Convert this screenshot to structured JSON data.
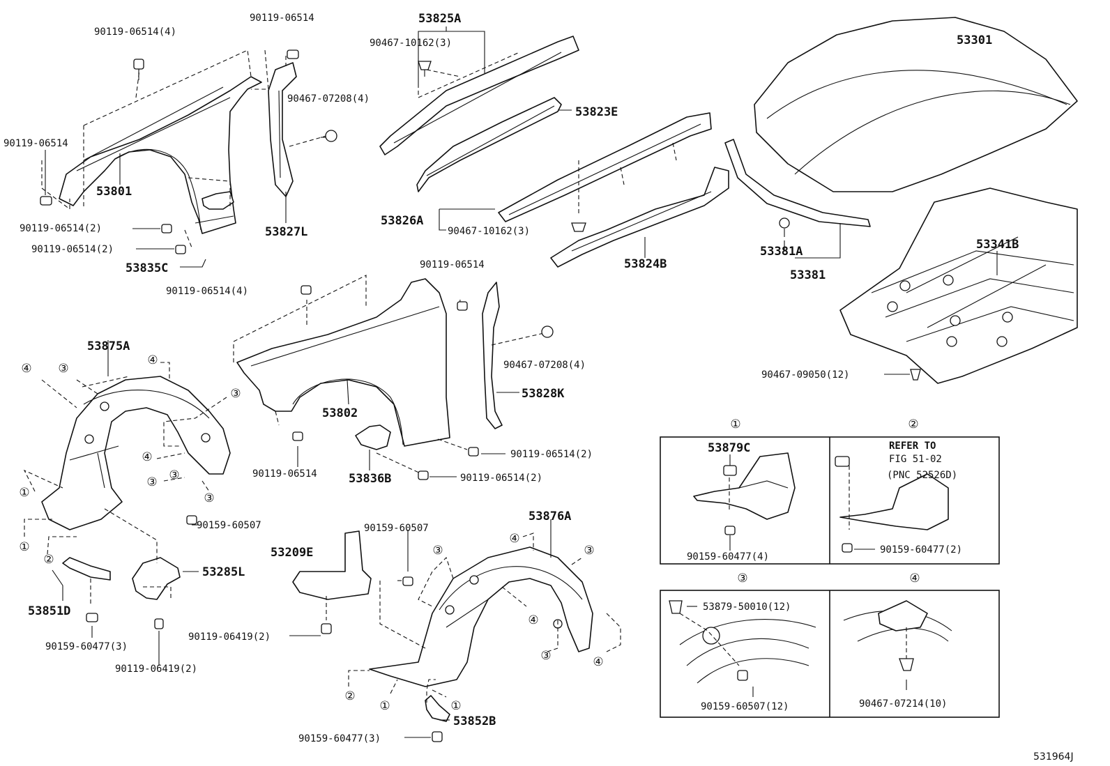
{
  "labels": {
    "p53825A": "53825A",
    "p53301": "53301",
    "p53823E": "53823E",
    "p53801": "53801",
    "p53827L": "53827L",
    "p53826A": "53826A",
    "p53381A": "53381A",
    "p53381": "53381",
    "p53824B": "53824B",
    "p53341B": "53341B",
    "p53835C": "53835C",
    "p53875A": "53875A",
    "p53802": "53802",
    "p53828K": "53828K",
    "p53836B": "53836B",
    "p53285L": "53285L",
    "p53851D": "53851D",
    "p53209E": "53209E",
    "p53876A": "53876A",
    "p53852B": "53852B",
    "p53879C": "53879C"
  },
  "fasteners": {
    "f1": "90119-06514(4)",
    "f2": "90119-06514",
    "f3": "90467-10162(3)",
    "f4": "90467-07208(4)",
    "f5": "90119-06514",
    "f6": "90119-06514(2)",
    "f7": "90119-06514(2)",
    "f8": "90467-10162(3)",
    "f9": "90119-06514",
    "f10": "90119-06514(4)",
    "f11": "90467-07208(4)",
    "f12": "90467-09050(12)",
    "f13": "90119-06514",
    "f14": "90119-06514(2)",
    "f15": "90119-06514(2)",
    "f16": "90159-60507",
    "f17": "90159-60507",
    "f18": "90119-06419(2)",
    "f19": "90159-60477(3)",
    "f20": "90119-06419(2)",
    "f21": "90159-60477(3)",
    "f22": "90159-60477(4)",
    "f23": "90159-60477(2)",
    "f24": "53879-50010(12)",
    "f25": "90159-60507(12)",
    "f26": "90467-07214(10)"
  },
  "refer": {
    "line1": "REFER TO",
    "line2": "FIG 51-02",
    "line3": "(PNC 52526D)"
  },
  "callouts": {
    "c1": "①",
    "c2": "②",
    "c3": "③",
    "c4": "④"
  },
  "detail_boxes": {
    "b1": "①",
    "b2": "②",
    "b3": "③",
    "b4": "④"
  },
  "figure_id": "531964J"
}
